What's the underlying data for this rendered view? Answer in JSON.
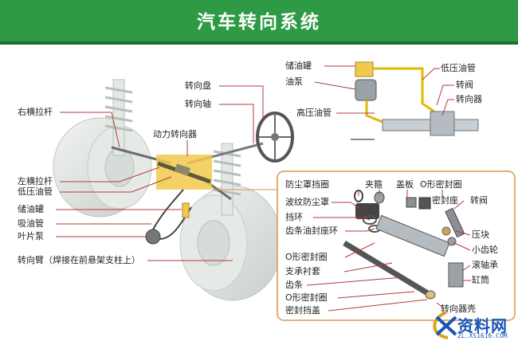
{
  "title": "汽车转向系统",
  "colors": {
    "banner": "#2f9a45",
    "leader": "#b53a3a",
    "assembly": "#f2c94c",
    "pipe": "#e0b800",
    "inset_border": "#d8954a"
  },
  "labels": {
    "right_tie_rod": "右横拉杆",
    "steering_wheel": "转向盘",
    "steering_shaft": "转向轴",
    "power_steering_gear": "动力转向器",
    "left_tie_rod": "左横拉杆",
    "low_pressure_hose_left": "低压油管",
    "reservoir_left": "储油罐",
    "suction_hose": "吸油管",
    "vane_pump": "叶片泵",
    "steering_arm": "转向臂（焊接在前悬架支柱上）",
    "reservoir_top": "储油罐",
    "oil_pump": "油泵",
    "high_pressure_hose": "高压油管",
    "low_pressure_hose_top": "低压油管",
    "rotary_valve_top": "转阀",
    "steering_gear_top": "转向器",
    "dust_boot_retainer": "防尘罩挡圈",
    "clamp": "夹箍",
    "cover_plate": "盖板",
    "o_ring_top": "O形密封圈",
    "bellows_boot": "波纹防尘罩",
    "seal_seat": "密封座",
    "rotary_valve": "转阀",
    "retaining_ring": "挡环",
    "rack_seal_ring": "齿条油封座环",
    "pressure_block": "压块",
    "pinion": "小齿轮",
    "roller_bearing": "滚轴承",
    "o_ring_mid": "O形密封圈",
    "support_bushing": "支承衬套",
    "cylinder": "缸筒",
    "rack": "齿条",
    "o_ring_low": "O形密封圈",
    "gear_housing": "转向器壳",
    "seal_cover": "密封挡盖"
  },
  "watermark": {
    "brand": "资料网",
    "url": "ZL.XS1616.COM"
  }
}
